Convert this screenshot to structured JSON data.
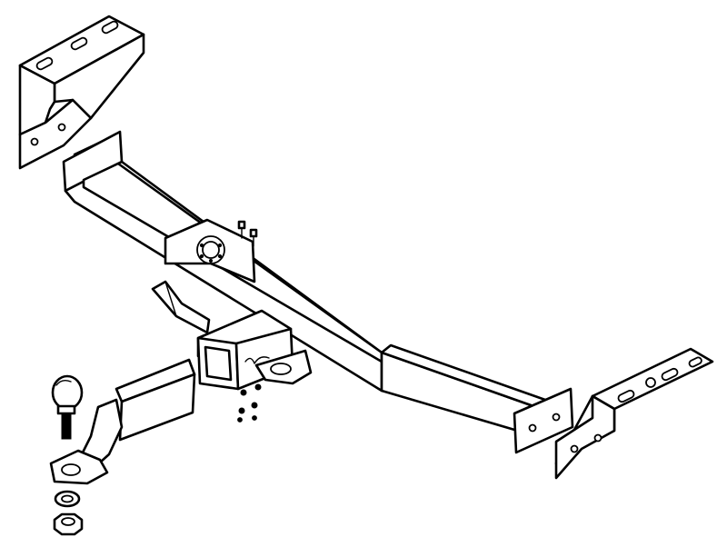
{
  "diagram": {
    "parts": [
      {
        "id": "left-bracket",
        "icon": "mounting-bracket-icon"
      },
      {
        "id": "right-bracket",
        "icon": "mounting-bracket-icon"
      },
      {
        "id": "crossbar",
        "icon": "tube-crossbar-icon"
      },
      {
        "id": "center-plate",
        "icon": "mounting-plate-icon"
      },
      {
        "id": "receiver",
        "icon": "square-receiver-icon"
      },
      {
        "id": "safety-chain-loop",
        "icon": "chain-loop-icon"
      },
      {
        "id": "ball-mount",
        "icon": "ball-mount-icon"
      },
      {
        "id": "tow-ball",
        "icon": "tow-ball-icon"
      },
      {
        "id": "lock-washer",
        "icon": "washer-icon"
      },
      {
        "id": "hex-nut",
        "icon": "hex-nut-icon"
      },
      {
        "id": "bolts",
        "icon": "bolt-icon"
      },
      {
        "id": "small-nuts",
        "icon": "nut-icon"
      },
      {
        "id": "hitch-pin",
        "icon": "pin-icon"
      }
    ],
    "colors": {
      "line": "#000000",
      "background": "#ffffff"
    }
  }
}
